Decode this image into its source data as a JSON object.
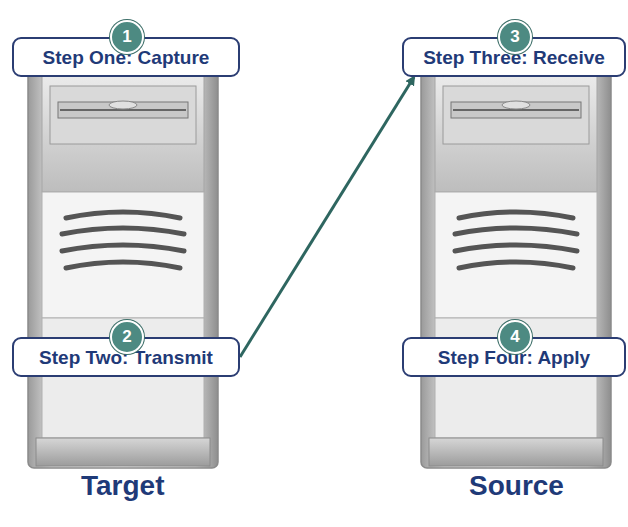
{
  "diagram": {
    "nodes": [
      {
        "text": [
          "1",
          "Step One: Capture"
        ]
      },
      {
        "text": [
          "2",
          "Step Two: Transmit"
        ]
      },
      {
        "text": [
          "3",
          "Step Three: Receive"
        ]
      },
      {
        "text": [
          "4",
          "Step Four: Apply"
        ]
      }
    ],
    "edges": [
      {
        "from": 1,
        "to": 2,
        "arrow": "to"
      }
    ],
    "labels": [
      "Target",
      "Source"
    ]
  }
}
